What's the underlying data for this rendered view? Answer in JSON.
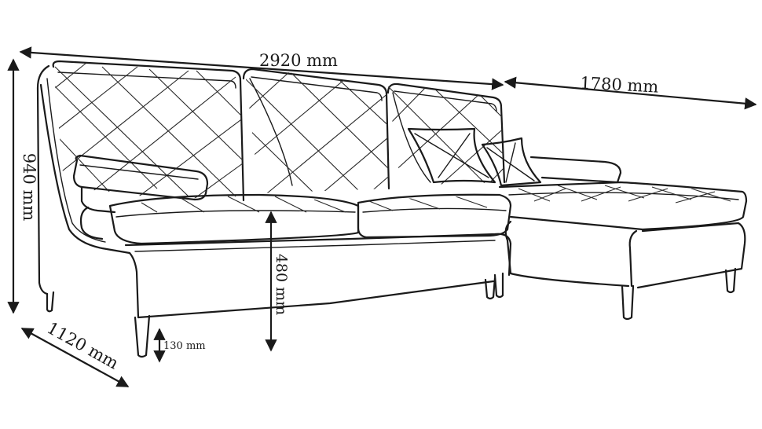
{
  "diagram": {
    "dimensions": {
      "total_width": "2920 mm",
      "chaise_length": "1780 mm",
      "height": "940 mm",
      "depth": "1120 mm",
      "seat_height": "480 mm",
      "leg_height": "130 mm"
    },
    "colors": {
      "line": "#1a1a1a",
      "background": "#ffffff"
    }
  }
}
